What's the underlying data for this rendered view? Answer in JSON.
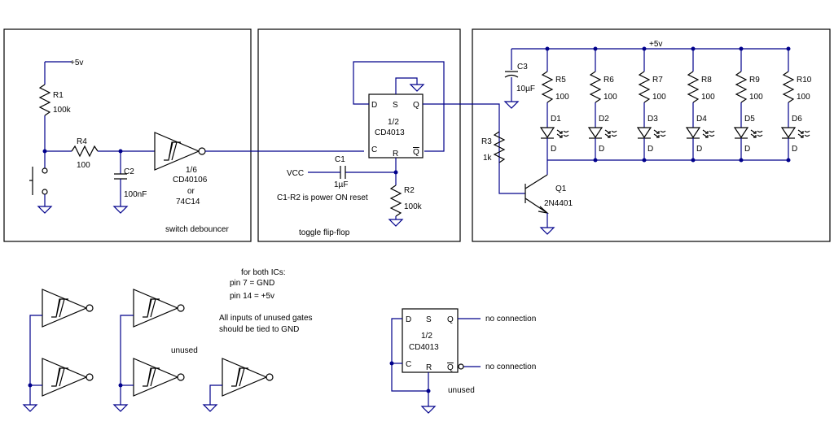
{
  "colors": {
    "wire": "#00008b",
    "component": "#000000",
    "background": "#ffffff"
  },
  "sections": {
    "debouncer": "switch debouncer",
    "flipflop": "toggle flip-flop"
  },
  "labels": {
    "plus5v_left": "+5v",
    "plus5v_right": "+5v",
    "vcc": "VCC",
    "power_on_reset": "C1-R2 is power ON reset",
    "unused_inverters": "unused",
    "unused_ff": "unused",
    "no_connection_q": "no connection",
    "no_connection_qbar": "no connection",
    "notes": [
      "for both ICs:",
      "pin 7 = GND",
      "pin 14 = +5v",
      "All inputs of unused gates",
      "should be tied to GND"
    ]
  },
  "components": {
    "R1": {
      "name": "R1",
      "value": "100k"
    },
    "R4": {
      "name": "R4",
      "value": "100"
    },
    "C2": {
      "name": "C2",
      "value": "100nF"
    },
    "U1": {
      "part": "1/6",
      "name": "CD40106",
      "or": "or",
      "alt": "74C14"
    },
    "C1": {
      "name": "C1",
      "value": "1µF"
    },
    "R2": {
      "name": "R2",
      "value": "100k"
    },
    "U2": {
      "part": "1/2",
      "name": "CD4013"
    },
    "U3": {
      "part": "1/2",
      "name": "CD4013"
    },
    "C3": {
      "name": "C3",
      "value": "10µF"
    },
    "R3": {
      "name": "R3",
      "value": "1k"
    },
    "Q1": {
      "name": "Q1",
      "part": "2N4401"
    },
    "led_resistors": [
      {
        "name": "R5",
        "value": "100"
      },
      {
        "name": "R6",
        "value": "100"
      },
      {
        "name": "R7",
        "value": "100"
      },
      {
        "name": "R8",
        "value": "100"
      },
      {
        "name": "R9",
        "value": "100"
      },
      {
        "name": "R10",
        "value": "100"
      }
    ],
    "leds": [
      {
        "name": "D1",
        "pin": "D"
      },
      {
        "name": "D2",
        "pin": "D"
      },
      {
        "name": "D3",
        "pin": "D"
      },
      {
        "name": "D4",
        "pin": "D"
      },
      {
        "name": "D5",
        "pin": "D"
      },
      {
        "name": "D6",
        "pin": "D"
      }
    ]
  },
  "ff_pins": {
    "d": "D",
    "s": "S",
    "q": "Q",
    "c": "C",
    "r": "R",
    "qbar": "Q"
  }
}
